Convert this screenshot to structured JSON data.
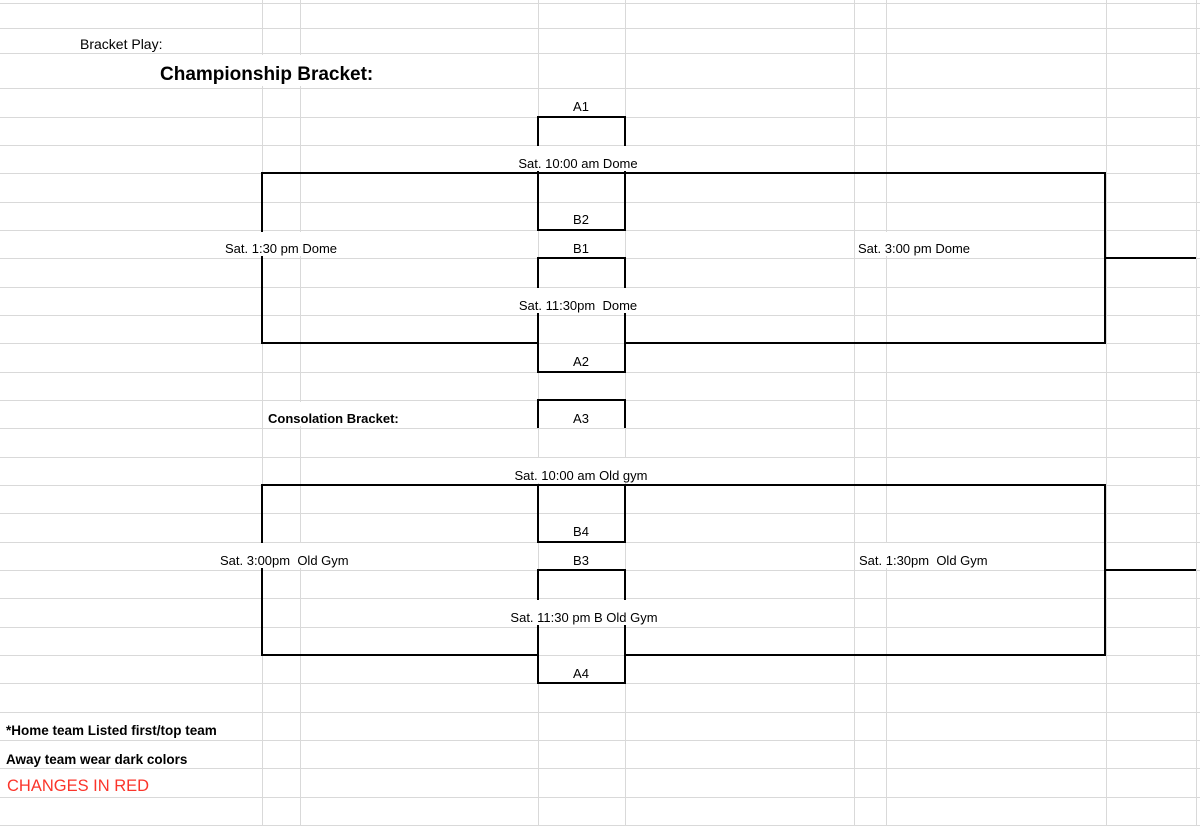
{
  "header": {
    "bracket_play_label": "Bracket Play:",
    "championship_title": "Championship Bracket:"
  },
  "championship": {
    "game1": {
      "top_seed": "A1",
      "bottom_seed": "B2",
      "time": "Sat. 10:00 am Dome"
    },
    "game2": {
      "top_seed": "B1",
      "bottom_seed": "A2",
      "time": "Sat. 11:30pm  Dome"
    },
    "left_game_time": "Sat. 1:30 pm Dome",
    "right_game_time": "Sat. 3:00 pm Dome"
  },
  "consolation": {
    "title": "Consolation Bracket:",
    "game1": {
      "top_seed": "A3",
      "bottom_seed": "B4",
      "time": "Sat. 10:00 am Old gym"
    },
    "game2": {
      "top_seed": "B3",
      "bottom_seed": "A4",
      "time": "Sat. 11:30 pm B Old Gym"
    },
    "left_game_time": "Sat. 3:00pm  Old Gym",
    "right_game_time": "Sat. 1:30pm  Old Gym"
  },
  "notes": {
    "home_team": "*Home team Listed first/top team",
    "away_team": "Away team wear dark colors",
    "changes": "CHANGES IN RED"
  },
  "colors": {
    "gridline": "#d9d9d9",
    "bracket_line": "#000000",
    "changes_red": "#fb352b"
  }
}
